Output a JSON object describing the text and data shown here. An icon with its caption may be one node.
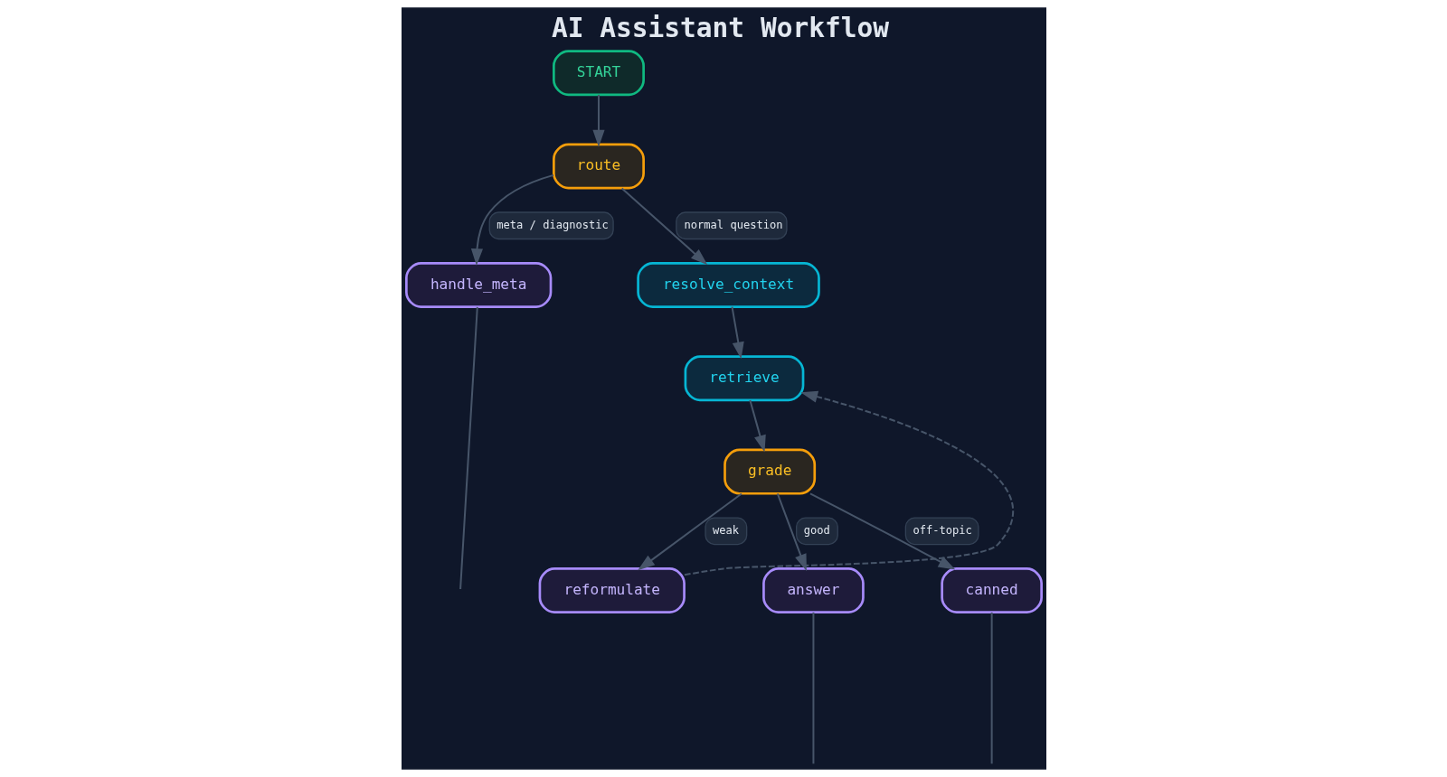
{
  "diagram": {
    "title": "AI Assistant Workflow",
    "nodes": [
      {
        "text": [
          "START"
        ]
      },
      {
        "text": [
          "route"
        ]
      },
      {
        "text": [
          "handle_meta"
        ]
      },
      {
        "text": [
          "resolve_context"
        ]
      },
      {
        "text": [
          "retrieve"
        ]
      },
      {
        "text": [
          "grade"
        ]
      },
      {
        "text": [
          "reformulate"
        ]
      },
      {
        "text": [
          "answer"
        ]
      },
      {
        "text": [
          "canned"
        ]
      }
    ],
    "edges": [
      {
        "from": 0,
        "to": 1,
        "arrow": "to"
      },
      {
        "from": 1,
        "to": 2,
        "arrow": "to",
        "label": "meta / diagnostic"
      },
      {
        "from": 1,
        "to": 3,
        "arrow": "to",
        "label": "normal question"
      },
      {
        "from": 3,
        "to": 4,
        "arrow": "to"
      },
      {
        "from": 4,
        "to": 5,
        "arrow": "to"
      },
      {
        "from": 5,
        "to": 6,
        "arrow": "to",
        "label": "weak"
      },
      {
        "from": 5,
        "to": 7,
        "arrow": "to",
        "label": "good"
      },
      {
        "from": 5,
        "to": 8,
        "arrow": "to",
        "label": "off-topic"
      },
      {
        "from": 6,
        "to": 4,
        "arrow": "to",
        "style": "dashed"
      },
      {
        "from": 2,
        "to": null,
        "arrow": "none"
      },
      {
        "from": 7,
        "to": null,
        "arrow": "none"
      },
      {
        "from": 8,
        "to": null,
        "arrow": "none"
      }
    ]
  }
}
